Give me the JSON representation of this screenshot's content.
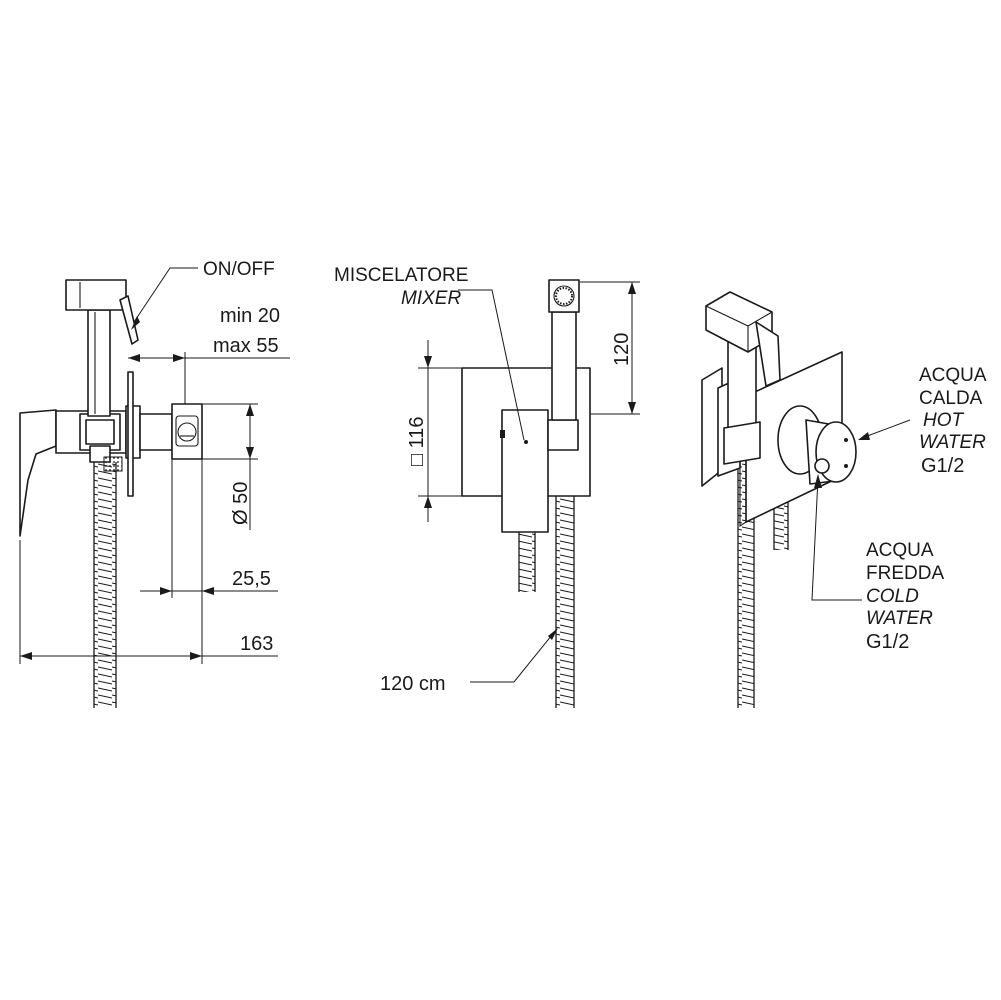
{
  "side_view": {
    "on_off_label": "ON/OFF",
    "wall_min_label": "min 20",
    "wall_max_label": "max 55",
    "diameter_label": "Ø 50",
    "offset_label": "25,5",
    "length_label": "163"
  },
  "front_view": {
    "mixer_label_it": "MISCELATORE",
    "mixer_label_en": "MIXER",
    "plate_size_label": "□ 116",
    "holder_height_label": "120",
    "hose_length_label": "120 cm"
  },
  "iso_view": {
    "hot_water_it_1": "ACQUA",
    "hot_water_it_2": "CALDA",
    "hot_water_en_1": "HOT",
    "hot_water_en_2": "WATER",
    "hot_water_thread": "G1/2",
    "cold_water_it_1": "ACQUA",
    "cold_water_it_2": "FREDDA",
    "cold_water_en_1": "COLD",
    "cold_water_en_2": "WATER",
    "cold_water_thread": "G1/2"
  }
}
